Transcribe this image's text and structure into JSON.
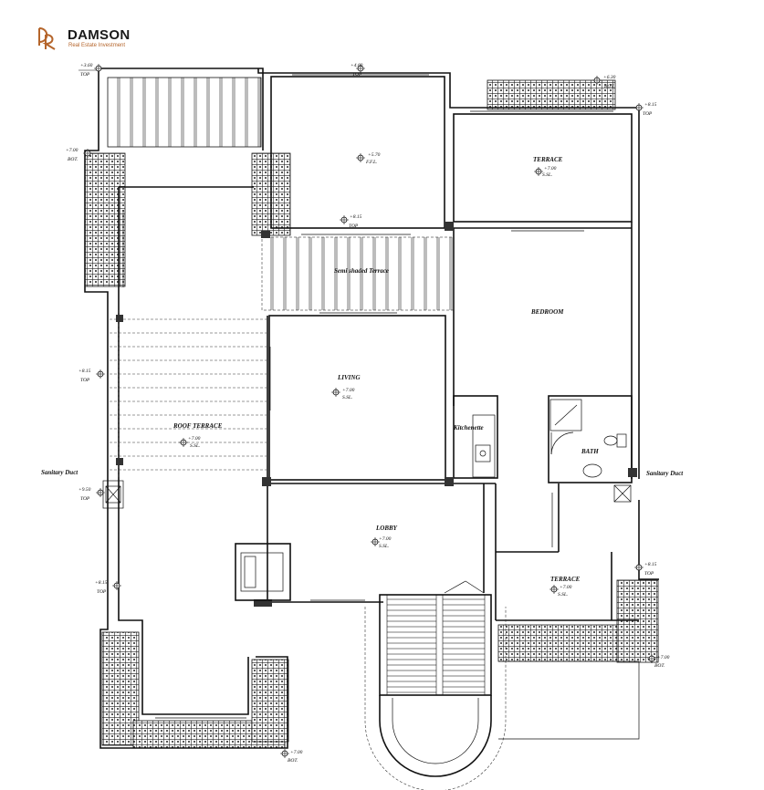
{
  "brand": {
    "name": "DAMSON",
    "tagline": "Real Estate Investment",
    "accent": "#b5652b"
  },
  "rooms": {
    "terrace_top": "TERRACE",
    "terrace_top_level": "+7.00",
    "terrace_top_finish": "S.SL.",
    "bedroom": "BEDROOM",
    "semi_shaded": "Semi shaded Terrace",
    "living": "LIVING",
    "living_level": "+7.00",
    "living_finish": "S.SL.",
    "kitchenette": "Kitchenette",
    "bath": "BATH",
    "roof_terrace": "ROOF TERRACE",
    "roof_level": "+7.00",
    "roof_finish": "S.SL.",
    "lobby": "LOBBY",
    "lobby_level": "+7.00",
    "lobby_finish": "S.SL.",
    "terrace_bottom": "TERRACE",
    "terrace_bottom_level": "+7.00",
    "terrace_bottom_finish": "S.SL.",
    "sanitary_left": "Sanitary Duct",
    "sanitary_right": "Sanitary Duct",
    "center_level": "+5.70",
    "center_finish": "F.F.L."
  },
  "levels": {
    "l1_val": "+3.60",
    "l1_tag": "TOP",
    "l2_val": "+4.60",
    "l2_tag": "TOP",
    "l3_val": "+6.30",
    "l3_tag": "BOT.",
    "l4_val": "+8.15",
    "l4_tag": "TOP",
    "l5_val": "+7.00",
    "l5_tag": "BOT.",
    "l6_val": "+8.15",
    "l6_tag": "TOP",
    "l7_val": "+8.15",
    "l7_tag": "TOP",
    "l8_val": "+9.50",
    "l8_tag": "TOP",
    "l9_val": "+8.15",
    "l9_tag": "TOP",
    "l10_val": "+8.15",
    "l10_tag": "TOP",
    "l11_val": "+7.00",
    "l11_tag": "BOT.",
    "l12_val": "+7.00",
    "l12_tag": "BOT."
  }
}
